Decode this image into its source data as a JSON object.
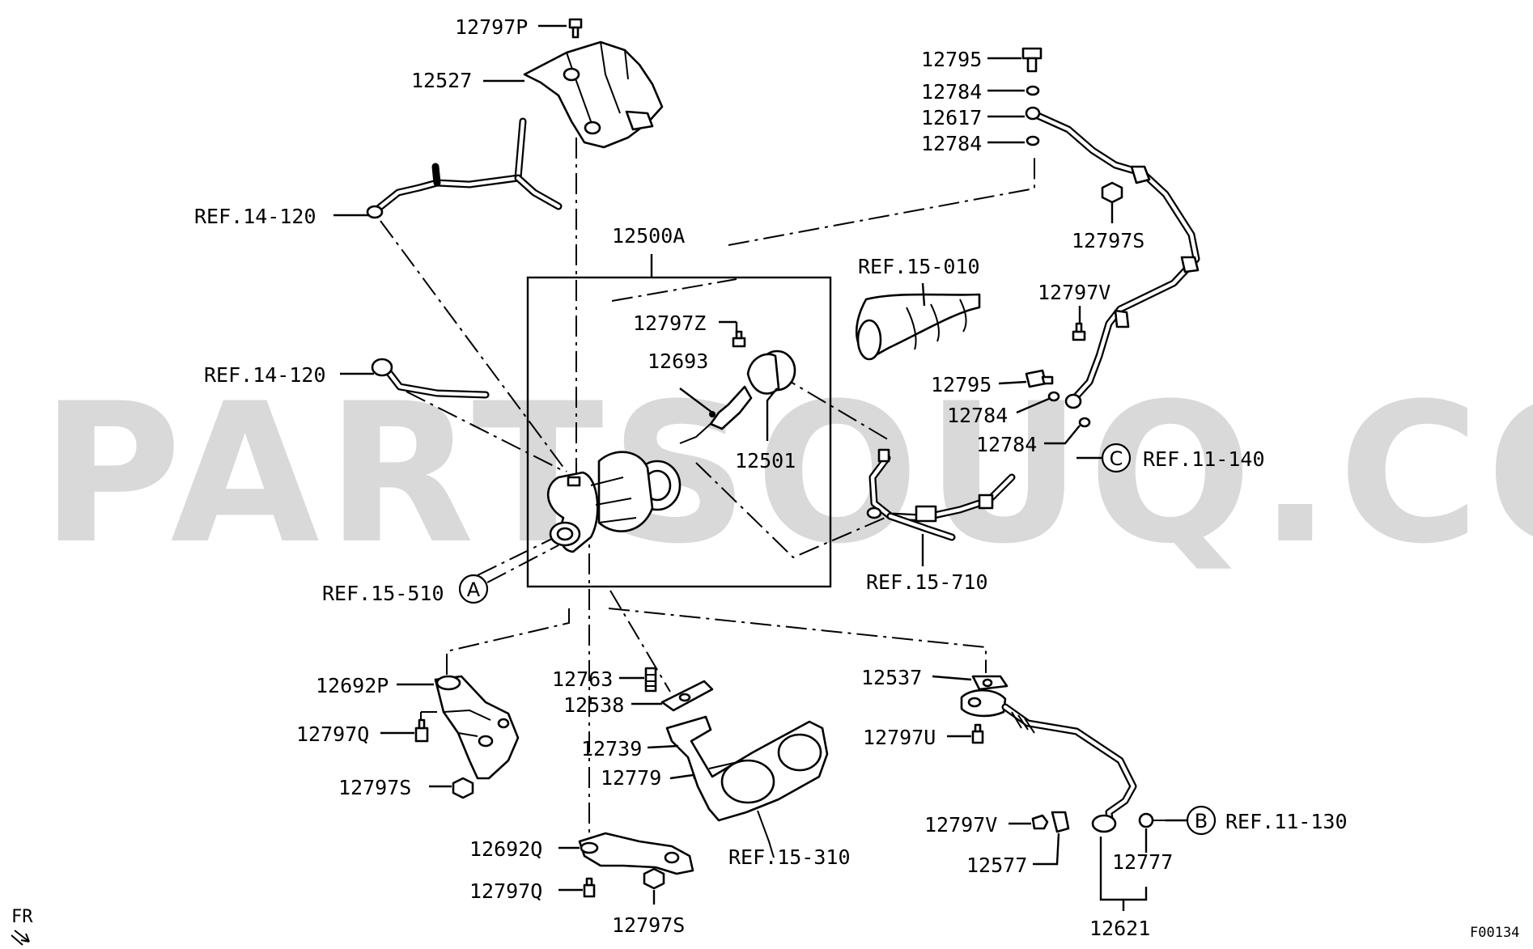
{
  "watermark": "PARTSOUQ.COM",
  "diagram_code": "F00134",
  "direction_label": "FR",
  "assembly_label": "12500A",
  "parts": [
    {
      "label": "12797P"
    },
    {
      "label": "12527"
    },
    {
      "label": "REF.14-120"
    },
    {
      "label": "12500A"
    },
    {
      "label": "12797Z"
    },
    {
      "label": "12693"
    },
    {
      "label": "12501"
    },
    {
      "label": "REF.14-120"
    },
    {
      "label": "REF.15-010"
    },
    {
      "label": "REF.15-710"
    },
    {
      "label": "REF.15-510"
    },
    {
      "label": "12795"
    },
    {
      "label": "12784"
    },
    {
      "label": "12617"
    },
    {
      "label": "12784"
    },
    {
      "label": "12797S"
    },
    {
      "label": "12797V"
    },
    {
      "label": "12795"
    },
    {
      "label": "12784"
    },
    {
      "label": "12784"
    },
    {
      "label": "REF.11-140"
    },
    {
      "label": "12692P"
    },
    {
      "label": "12797Q"
    },
    {
      "label": "12797S"
    },
    {
      "label": "12763"
    },
    {
      "label": "12538"
    },
    {
      "label": "12739"
    },
    {
      "label": "12779"
    },
    {
      "label": "REF.15-310"
    },
    {
      "label": "12692Q"
    },
    {
      "label": "12797Q"
    },
    {
      "label": "12797S"
    },
    {
      "label": "12537"
    },
    {
      "label": "12797U"
    },
    {
      "label": "12797V"
    },
    {
      "label": "12577"
    },
    {
      "label": "12777"
    },
    {
      "label": "12621"
    },
    {
      "label": "REF.11-130"
    }
  ],
  "connectors": [
    {
      "letter": "A"
    },
    {
      "letter": "B"
    },
    {
      "letter": "C"
    }
  ]
}
